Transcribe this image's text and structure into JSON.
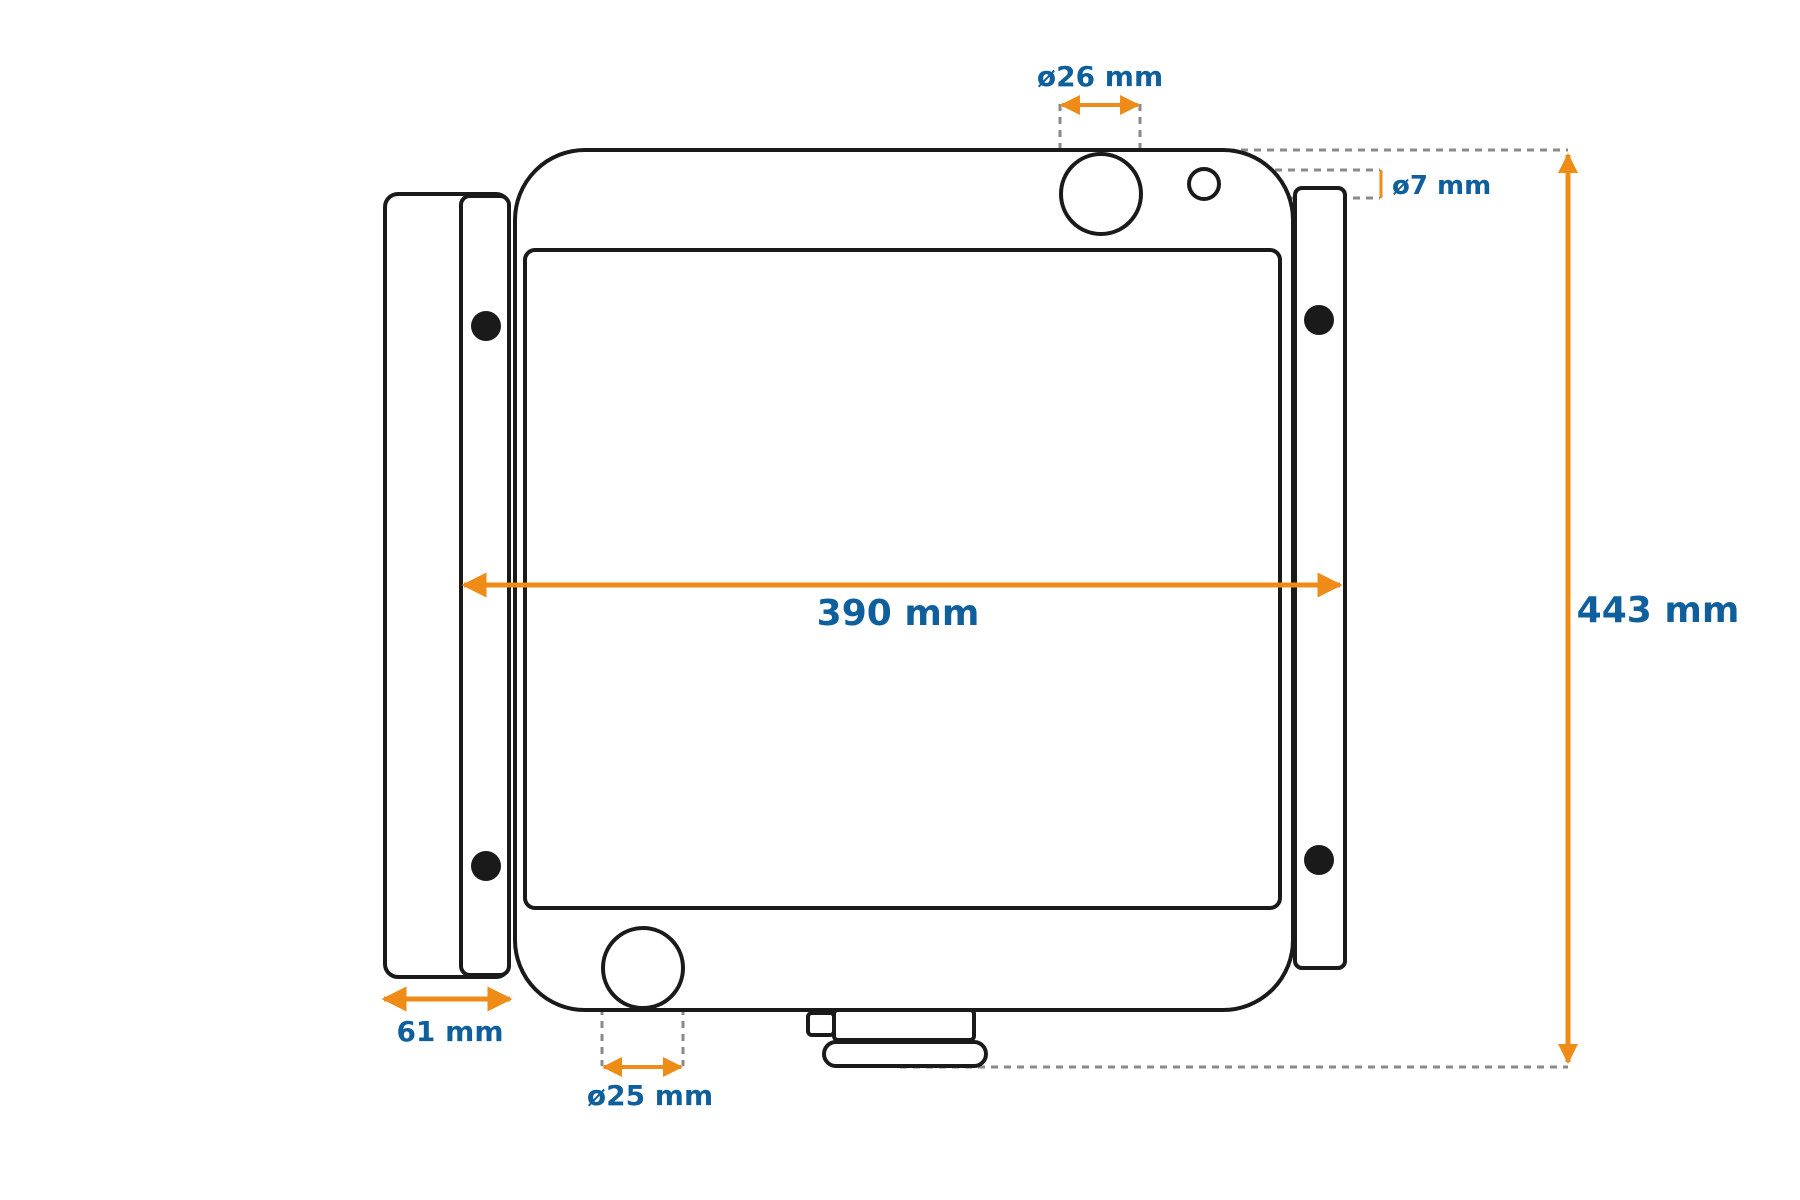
{
  "colors": {
    "outline": "#1a1a1a",
    "dimension_arrow": "#ef8b17",
    "dimension_text": "#0f5f9c",
    "extension_line": "#8a8a8a",
    "background": "#ffffff"
  },
  "dimensions": {
    "width": {
      "value": 390,
      "unit": "mm",
      "label": "390 mm"
    },
    "height": {
      "value": 443,
      "unit": "mm",
      "label": "443 mm"
    },
    "fan_depth": {
      "value": 61,
      "unit": "mm",
      "label": "61 mm"
    },
    "inlet_diameter": {
      "value": 26,
      "unit": "mm",
      "label": "ø26 mm"
    },
    "outlet_diameter": {
      "value": 25,
      "unit": "mm",
      "label": "ø25 mm"
    },
    "bleed_hole_diameter": {
      "value": 7,
      "unit": "mm",
      "label": "ø7 mm"
    }
  }
}
